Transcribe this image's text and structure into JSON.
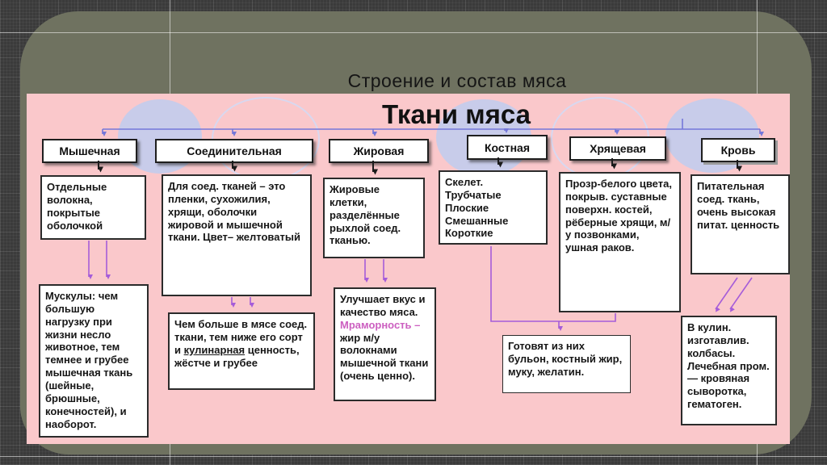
{
  "slide": {
    "title": "Строение и состав мяса"
  },
  "diagram": {
    "title": "Ткани мяса",
    "columns": [
      {
        "header": "Мышечная",
        "boxes": [
          {
            "text": "Отдельные волокна, покрытые оболочкой"
          },
          {
            "text": "Мускулы: чем большую нагрузку при жизни несло животное, тем темнее и грубее мышечная ткань (шейные, брюшные, конечностей), и наоборот."
          }
        ]
      },
      {
        "header": "Соединительная",
        "boxes": [
          {
            "text": "Для соед. тканей – это пленки, сухожилия, хрящи, оболочки жировой и мышечной ткани. Цвет– желтоватый"
          },
          {
            "pre": "Чем больше в мясе соед. ткани, тем ниже его сорт и ",
            "underlined": "кулинарная",
            "post": " ценность, жёстче и грубее"
          }
        ]
      },
      {
        "header": "Жировая",
        "boxes": [
          {
            "text": "Жировые клетки, разделённые рыхлой соед. тканью."
          },
          {
            "pre": "Улучшает вкус и качество мяса. ",
            "highlight": "Мраморность –",
            "post": " жир м/у волокнами мышечной ткани (очень ценно)."
          }
        ]
      },
      {
        "header": "Костная",
        "boxes": [
          {
            "text": "Скелет.\nТрубчатые\nПлоские\nСмешанные\nКороткие"
          }
        ]
      },
      {
        "header": "Хрящевая",
        "boxes": [
          {
            "text": "Прозр-белого цвета, покрыв. суставные поверхн. костей, рёберные хрящи, м/у позвонками, ушная раков."
          }
        ]
      },
      {
        "header": "Кровь",
        "boxes": [
          {
            "text": "Питательная соед. ткань, очень высокая питат. ценность"
          },
          {
            "text": "В кулин. изготавлив. колбасы. Лечебная пром. — кровяная сыворотка, гематоген."
          }
        ]
      }
    ],
    "shared_box": {
      "text": "Готовят из них бульон, костный жир, муку, желатин."
    }
  },
  "colors": {
    "slide_background": "#3b3b3b",
    "panel": "#6f7260",
    "diagram_background": "#fac8cb",
    "decor_ellipse": "#c8ccea",
    "tree_arrow": "#7477d9",
    "flow_arrow_black": "#1b1b1b",
    "flow_arrow_purple": "#a55cd9",
    "highlight_text": "#cc5fc0"
  }
}
